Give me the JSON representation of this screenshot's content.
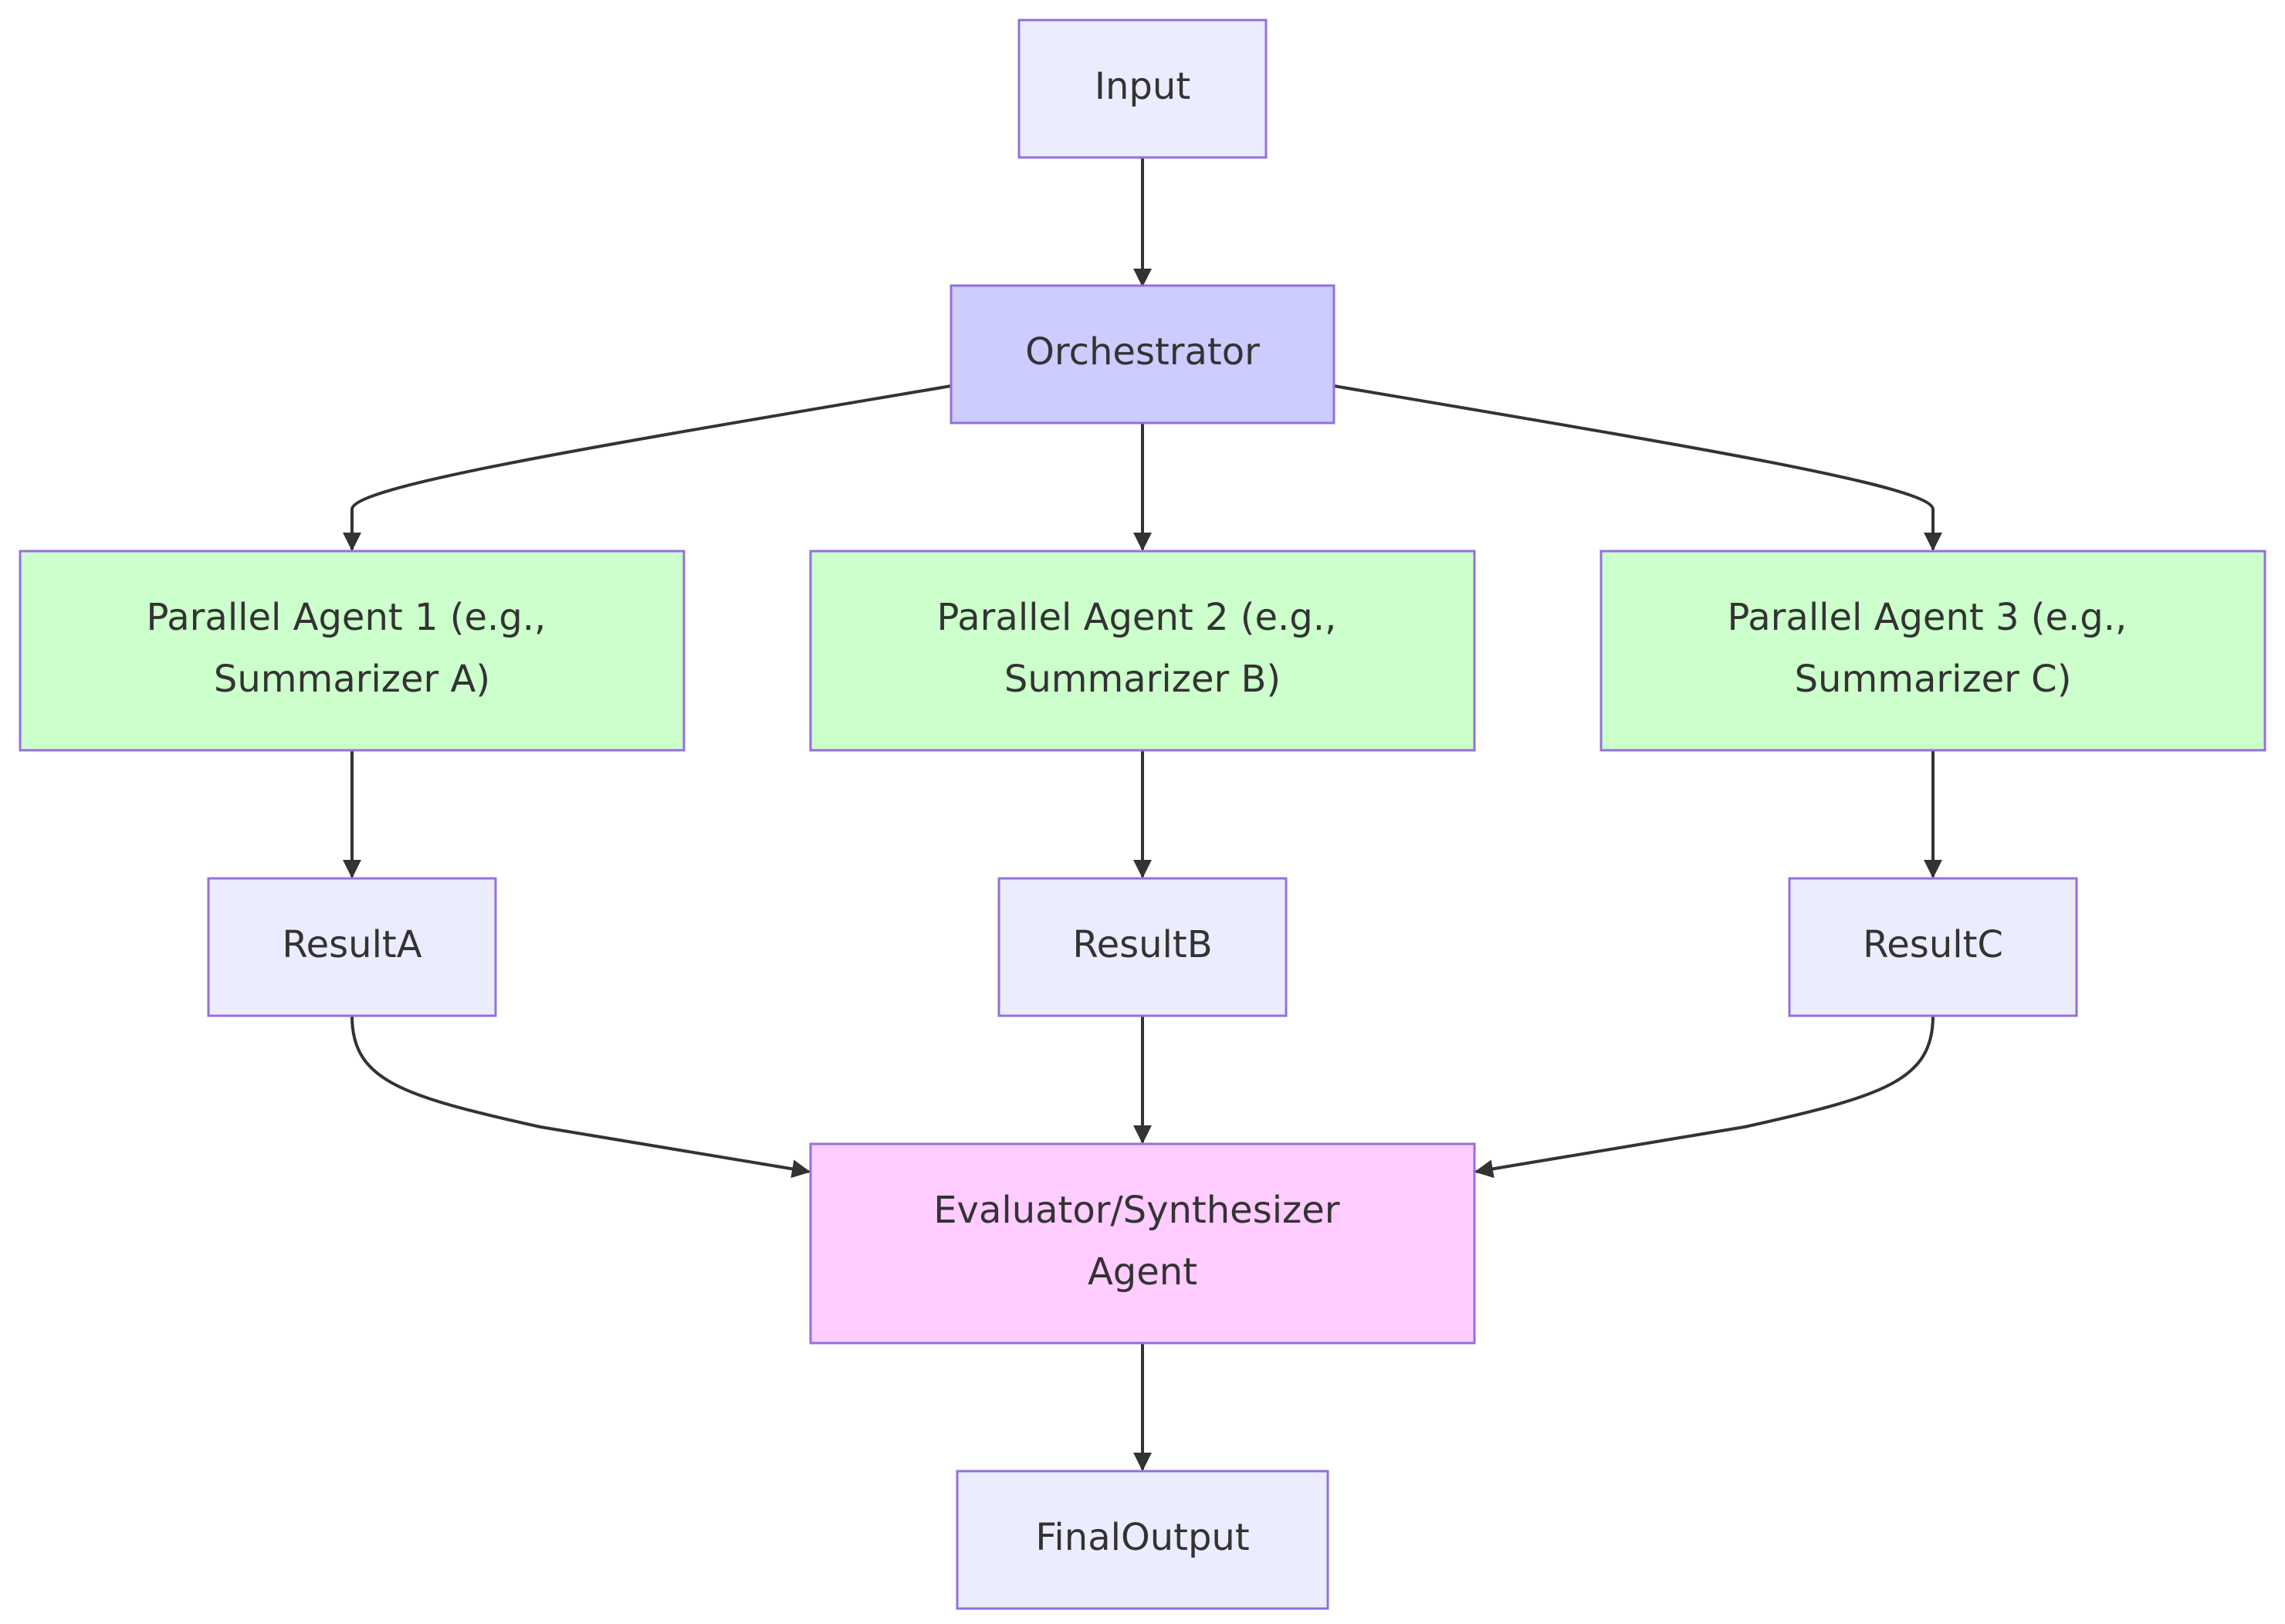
{
  "colors": {
    "default_fill": "#ececff",
    "orchestrator_fill": "#ccccff",
    "agent_fill": "#ccffcc",
    "evaluator_fill": "#ffccff",
    "node_border": "#9370db",
    "edge": "#333333",
    "text": "#333333"
  },
  "nodes": {
    "input": {
      "lines": [
        "Input"
      ]
    },
    "orchestrator": {
      "lines": [
        "Orchestrator"
      ]
    },
    "agent1": {
      "lines": [
        "Parallel Agent 1 (e.g.,",
        "Summarizer A)"
      ]
    },
    "agent2": {
      "lines": [
        "Parallel Agent 2 (e.g.,",
        "Summarizer B)"
      ]
    },
    "agent3": {
      "lines": [
        "Parallel Agent 3 (e.g.,",
        "Summarizer C)"
      ]
    },
    "resultA": {
      "lines": [
        "ResultA"
      ]
    },
    "resultB": {
      "lines": [
        "ResultB"
      ]
    },
    "resultC": {
      "lines": [
        "ResultC"
      ]
    },
    "evaluator": {
      "lines": [
        "Evaluator/Synthesizer",
        "Agent"
      ]
    },
    "finalOutput": {
      "lines": [
        "FinalOutput"
      ]
    }
  },
  "edges": [
    {
      "from": "input",
      "to": "orchestrator"
    },
    {
      "from": "orchestrator",
      "to": "agent1"
    },
    {
      "from": "orchestrator",
      "to": "agent2"
    },
    {
      "from": "orchestrator",
      "to": "agent3"
    },
    {
      "from": "agent1",
      "to": "resultA"
    },
    {
      "from": "agent2",
      "to": "resultB"
    },
    {
      "from": "agent3",
      "to": "resultC"
    },
    {
      "from": "resultA",
      "to": "evaluator"
    },
    {
      "from": "resultB",
      "to": "evaluator"
    },
    {
      "from": "resultC",
      "to": "evaluator"
    },
    {
      "from": "evaluator",
      "to": "finalOutput"
    }
  ]
}
